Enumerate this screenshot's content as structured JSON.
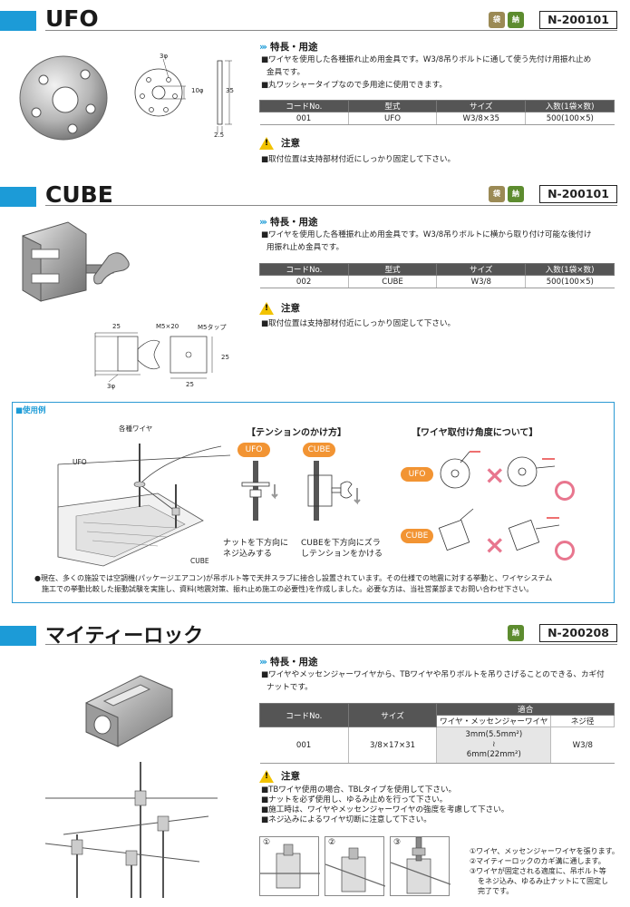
{
  "ufo": {
    "title": "UFO",
    "code": "N-200101",
    "icon_bag": "bag-icon",
    "icon_delivery": "delivery-icon",
    "feature_heading": "特長・用途",
    "features": [
      "■ワイヤを使用した各種振れ止め用金具です。W3/8吊りボルトに通して使う先付け用振れ止め",
      "金具です。",
      "■丸ワッシャータイプなので多用途に使用できます。"
    ],
    "table": {
      "headers": [
        "コードNo.",
        "型式",
        "サイズ",
        "入数(1袋×数)"
      ],
      "rows": [
        [
          "001",
          "UFO",
          "W3/8×35",
          "500(100×5)"
        ]
      ]
    },
    "caution_title": "注意",
    "cautions": [
      "■取付位置は支持部材付近にしっかり固定して下さい。"
    ],
    "dims": {
      "hole": "3φ",
      "bore": "10φ",
      "dia": "35",
      "thick": "2.5"
    }
  },
  "cube": {
    "title": "CUBE",
    "code": "N-200101",
    "feature_heading": "特長・用途",
    "features": [
      "■ワイヤを使用した各種振れ止め用金具です。W3/8吊りボルトに横から取り付け可能な後付け",
      "用振れ止め金具です。"
    ],
    "table": {
      "headers": [
        "コードNo.",
        "型式",
        "サイズ",
        "入数(1袋×数)"
      ],
      "rows": [
        [
          "002",
          "CUBE",
          "W3/8",
          "500(100×5)"
        ]
      ]
    },
    "caution_title": "注意",
    "cautions": [
      "■取付位置は支持部材付近にしっかり固定して下さい。"
    ],
    "dims": {
      "w1": "25",
      "bolt": "M5×20",
      "tap": "M5タップ",
      "h": "25",
      "w2": "25",
      "hole": "3φ"
    }
  },
  "usage": {
    "heading": "■使用例",
    "labels": {
      "wire": "各種ワイヤ",
      "ufo": "UFO",
      "cube": "CUBE"
    },
    "tension_heading": "【テンションのかけ方】",
    "tension_ufo": "UFO",
    "tension_cube": "CUBE",
    "tension_ufo_text": [
      "ナットを下方向に",
      "ネジ込みする"
    ],
    "tension_cube_text": [
      "CUBEを下方向にズラ",
      "しテンションをかける"
    ],
    "angle_heading": "【ワイヤ取付け角度について】",
    "angle_ufo": "UFO",
    "angle_cube": "CUBE",
    "note": [
      "●現在、多くの施設では空調機(パッケージエアコン)が吊ボルト等で天井スラブに接合し設置されています。その仕様での地震に対する挙動と、ワイヤシステム",
      "施工での挙動比較した振動試験を実施し、資料(地震対策、振れ止め施工の必要性)を作成しました。必要な方は、当社営業部までお問い合わせ下さい。"
    ]
  },
  "mighty": {
    "title": "マイティーロック",
    "code": "N-200208",
    "feature_heading": "特長・用途",
    "features": [
      "■ワイヤやメッセンジャーワイヤから、TBワイヤや吊りボルトを吊りさげることのできる、カギ付",
      "ナットです。"
    ],
    "table": {
      "headers": [
        "コードNo.",
        "サイズ",
        "適合"
      ],
      "subheaders": [
        "ワイヤ・メッセンジャーワイヤ",
        "ネジ径"
      ],
      "row": {
        "code": "001",
        "size": "3/8×17×31",
        "wire_a": "3mm(5.5mm²)",
        "wire_sep": "≀",
        "wire_b": "6mm(22mm²)",
        "screw": "W3/8"
      }
    },
    "caution_title": "注意",
    "cautions": [
      "■TBワイヤ使用の場合、TBLタイプを使用して下さい。",
      "■ナットを必ず使用し、ゆるみ止めを行って下さい。",
      "■施工時は、ワイヤやメッセンジャーワイヤの強度を考慮して下さい。",
      "■ネジ込みによるワイヤ切断に注意して下さい。"
    ],
    "steps": [
      "①",
      "②",
      "③"
    ],
    "step_text": [
      "①ワイヤ、メッセンジャーワイヤを張ります。",
      "②マイティーロックのカギ溝に通します。",
      "③ワイヤが固定される適度に、吊ボルト等",
      "をネジ込み、ゆるみ止ナットにて固定し",
      "完了です。"
    ]
  }
}
